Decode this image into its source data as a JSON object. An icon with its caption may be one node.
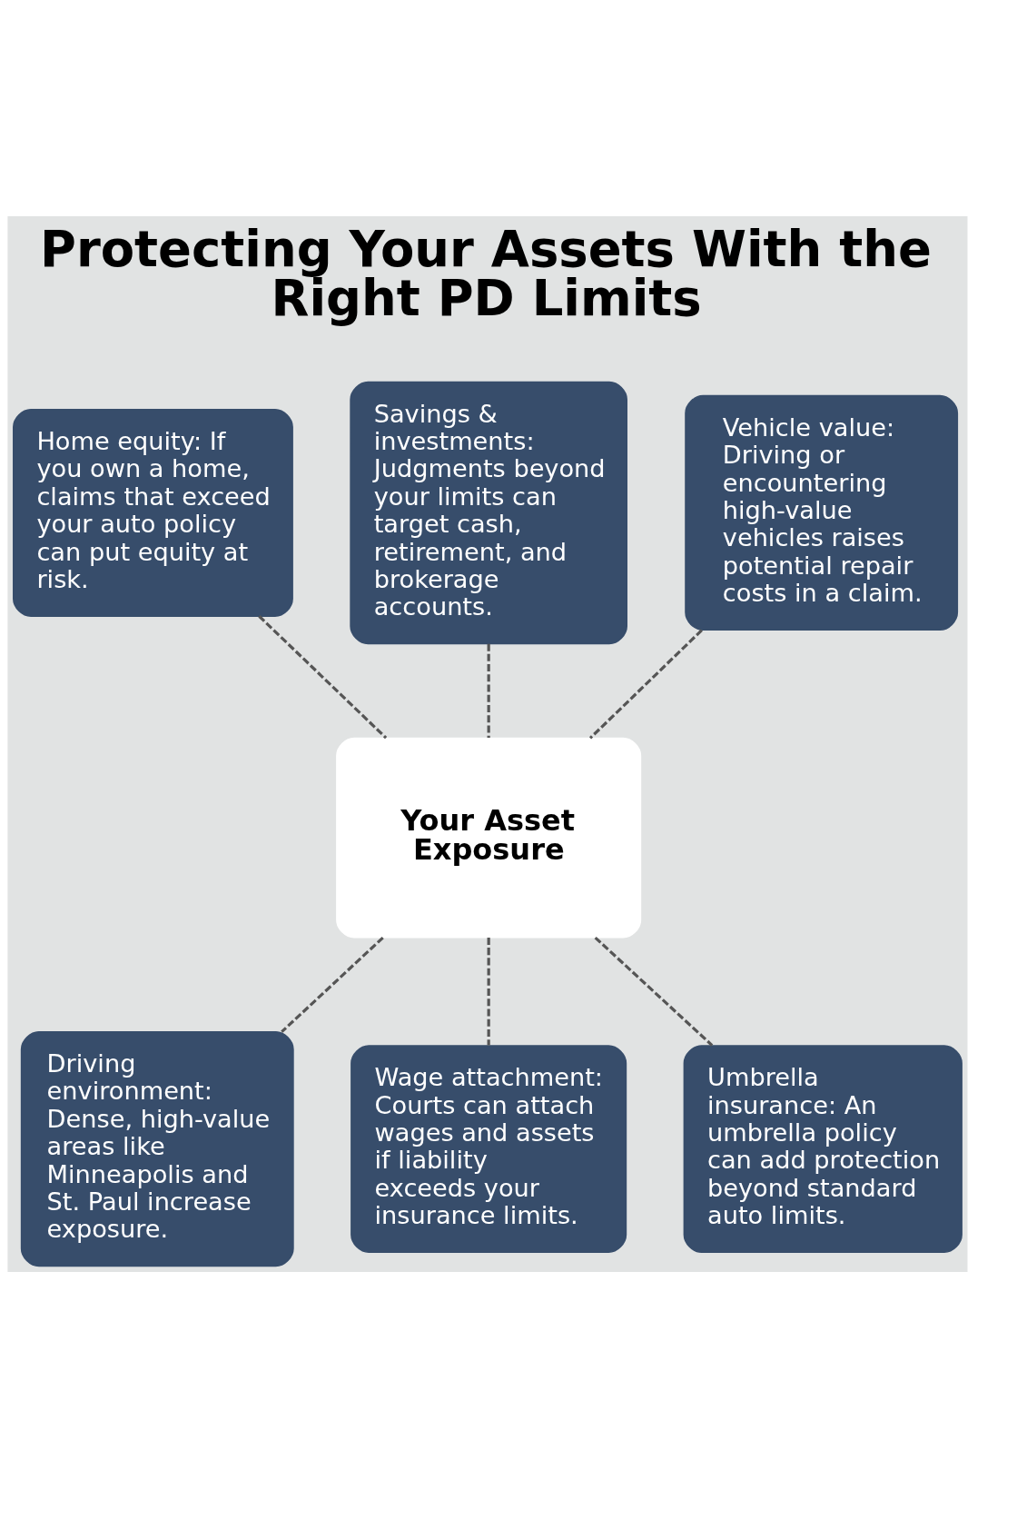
{
  "diagram": {
    "title": "Protecting Your Assets With the Right PD Limits",
    "nodes": [
      {
        "text": [
          "Home equity: If you own a home, claims that exceed your auto policy can put equity at risk."
        ]
      },
      {
        "text": [
          "Savings & investments: Judgments beyond your limits can target cash, retirement, and brokerage accounts."
        ]
      },
      {
        "text": [
          "Vehicle value: Driving or encountering high-value vehicles raises potential repair costs in a claim."
        ]
      },
      {
        "text": [
          "Your Asset Exposure"
        ]
      },
      {
        "text": [
          "Driving environment: Dense, high-value areas like Minneapolis and St. Paul increase exposure."
        ]
      },
      {
        "text": [
          "Wage attachment: Courts can attach wages and assets if liability exceeds your insurance limits."
        ]
      },
      {
        "text": [
          "Umbrella insurance: An umbrella policy can add protection beyond standard auto limits."
        ]
      }
    ],
    "edges": [
      {
        "from": 0,
        "to": 3,
        "arrow": "none",
        "style": "dashed"
      },
      {
        "from": 1,
        "to": 3,
        "arrow": "none",
        "style": "dashed"
      },
      {
        "from": 2,
        "to": 3,
        "arrow": "none",
        "style": "dashed"
      },
      {
        "from": 3,
        "to": 4,
        "arrow": "none",
        "style": "dashed"
      },
      {
        "from": 3,
        "to": 5,
        "arrow": "none",
        "style": "dashed"
      },
      {
        "from": 3,
        "to": 6,
        "arrow": "none",
        "style": "dashed"
      }
    ]
  }
}
